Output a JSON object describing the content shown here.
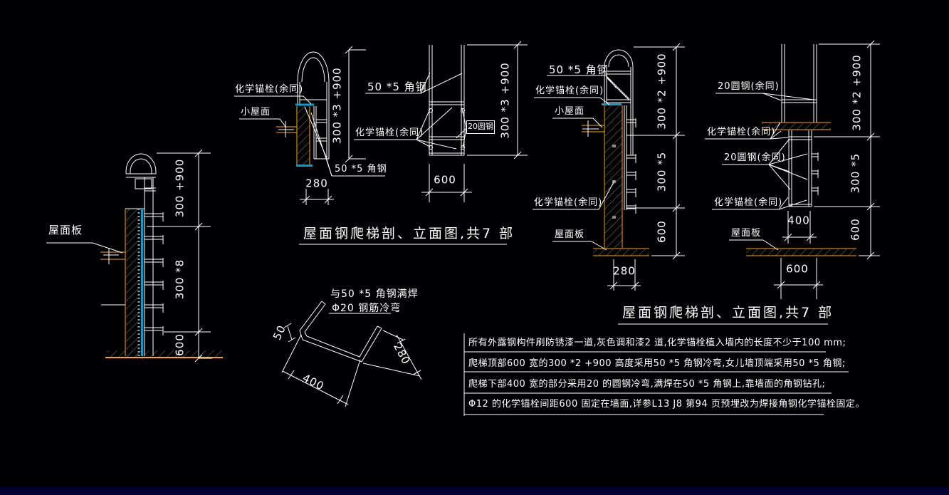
{
  "titles": {
    "mid": "屋面钢爬梯剖、立面图,共7 部",
    "right": "屋面钢爬梯剖、立面图,共7 部"
  },
  "left_section": {
    "roof_panel": "屋面板",
    "dim_top": "300 +900",
    "dim_mid": "300 *8",
    "dim_bottom": "600"
  },
  "mid_section": {
    "anchor": "化学锚栓(余同)",
    "small_roof": "小屋面",
    "angle": "50 *5 角钢",
    "dim_width": "280",
    "dim_height": "300 *3 +900"
  },
  "mid_elevation": {
    "angle": "50 *5 角钢",
    "anchor": "化学锚栓(余同)",
    "round_steel": "20圆钢",
    "dim_height": "300 *3 +900",
    "dim_width": "600"
  },
  "right_section": {
    "angle": "50 *5 角钢",
    "anchor_top": "化学锚栓(余同)",
    "small_roof": "小屋面",
    "anchor_bottom": "化学锚栓(余同)",
    "roof_panel": "屋面板",
    "dim_top": "300 *2 +900",
    "dim_mid": "300 *5",
    "dim_bottom": "600",
    "dim_width": "280"
  },
  "right_elevation": {
    "round_top": "20圆钢(余同)",
    "anchor_top": "化学锚栓(余同)",
    "round_mid": "20圆钢(余同)",
    "anchor_bottom": "化学锚栓(余同)",
    "roof_panel": "屋面板",
    "dim_top": "300 *2 +900",
    "dim_mid": "300 *5",
    "dim_bottom": "600",
    "dim_400": "400",
    "dim_600": "600"
  },
  "detail": {
    "weld": "与50 *5 角钢满焊",
    "bend": "Φ20 钢筋冷弯",
    "dim_50": "50",
    "dim_400": "400",
    "dim_280": "280"
  },
  "notes": {
    "line1": "所有外露钢构件刷防锈漆一道,灰色调和漆2 道,化学锚栓植入墙内的长度不少于100 mm;",
    "line2": "爬梯顶部600 宽的300 *2 +900 高度采用50 *5 角钢冷弯,女儿墙顶端采用50 *5 角钢;",
    "line3": "爬梯下部400 宽的部分采用20 的圆钢冷弯,满焊在50 *5 角钢上,靠墙面的角钢钻孔;",
    "line4": "Φ12 的化学锚栓间距600 固定在墙面,详参L13 J8 第94 页预埋改为焊接角钢化学锚栓固定。"
  },
  "colors": {
    "background": "#000002",
    "line": "#ffffff",
    "wall_yellow": "#ffaa00",
    "cap_cyan": "#00a0d0",
    "hatch_gray": "#7f7f7f"
  }
}
